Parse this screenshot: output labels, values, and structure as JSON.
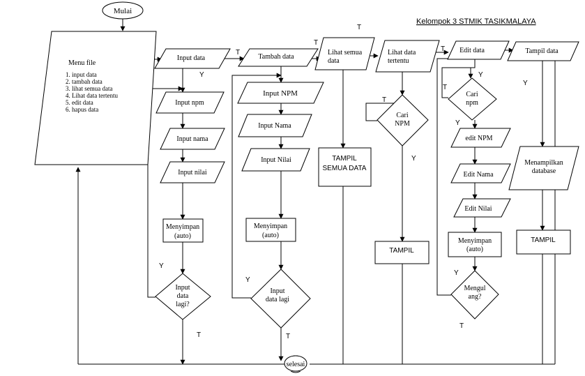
{
  "header": {
    "title": "Kelompok 3  STMIK TASIKMALAYA",
    "top_t": "T"
  },
  "terminals": {
    "start": "Mulai",
    "end": "selesai"
  },
  "menu": {
    "title": "Menu file",
    "items": [
      "1. input data",
      "2. tambah data",
      "3. lihat semua data",
      "4. Lihat data tertentu",
      "5. edit data",
      "6. hapus data"
    ]
  },
  "row_io": {
    "input_data": "Input data",
    "tambah_data": "Tambah data",
    "lihat_semua_1": "Lihat semua",
    "lihat_semua_2": "data",
    "lihat_tertentu_1": "Lihat data",
    "lihat_tertentu_2": "tertentu",
    "edit_data": "Edit data",
    "tampil_data": "Tampil data"
  },
  "col_input": {
    "npm": "Input npm",
    "nama": "Input nama",
    "nilai": "Input nilai",
    "save_1": "Menyimpan",
    "save_2": "(auto)",
    "dec_1": "Input",
    "dec_2": "data",
    "dec_3": "lagi?"
  },
  "col_tambah": {
    "npm": "Input NPM",
    "nama": "Input Nama",
    "nilai": "Input Nilai",
    "save_1": "Menyimpan",
    "save_2": "(auto)",
    "dec_1": "Input",
    "dec_2": "data lagi"
  },
  "col_semua": {
    "tampil_1": "TAMPIL",
    "tampil_2": "SEMUA DATA"
  },
  "col_tertentu": {
    "dec_1": "Cari",
    "dec_2": "NPM",
    "tampil": "TAMPIL"
  },
  "col_edit": {
    "dec_1": "Cari",
    "dec_2": "npm",
    "npm": "edit NPM",
    "nama": "Edit Nama",
    "nilai": "Edit Nilai",
    "save_1": "Menyimpan",
    "save_2": "(auto)",
    "dec2_1": "Mengul",
    "dec2_2": "ang?"
  },
  "col_tampil": {
    "proc_1": "Menampilkan",
    "proc_2": "database",
    "tampil": "TAMPIL"
  },
  "branch_labels": {
    "y": "Y",
    "t": "T"
  }
}
